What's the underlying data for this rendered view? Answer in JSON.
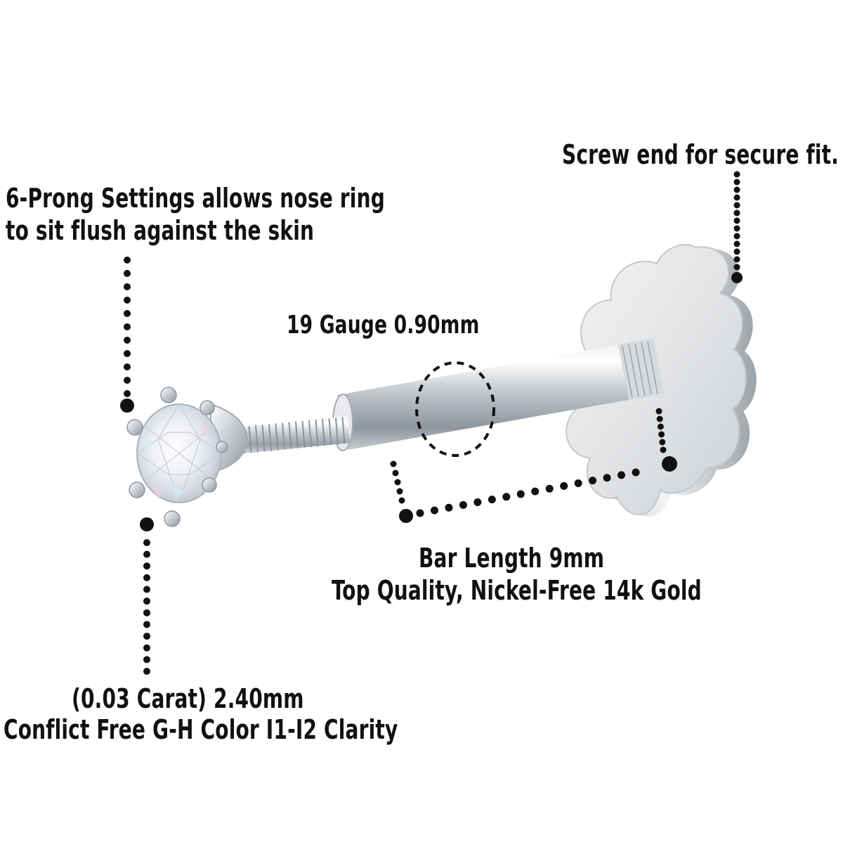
{
  "annotations": {
    "screw_end": "Screw end for secure fit.",
    "prong_line1": "6-Prong Settings allows nose ring",
    "prong_line2": "to sit flush against the skin",
    "gauge": "19 Gauge 0.90mm",
    "bar_line1": "Bar Length 9mm",
    "bar_line2": "Top Quality, Nickel-Free 14k Gold",
    "carat_line1": "(0.03 Carat) 2.40mm",
    "carat_line2": "Conflict Free G-H Color I1-I2 Clarity"
  },
  "colors": {
    "background": "#ffffff",
    "text": "#111111",
    "dots": "#111111",
    "metal": "#c9cdd2"
  },
  "icons": {
    "product": "nose-stud-diamond-screw-back"
  }
}
